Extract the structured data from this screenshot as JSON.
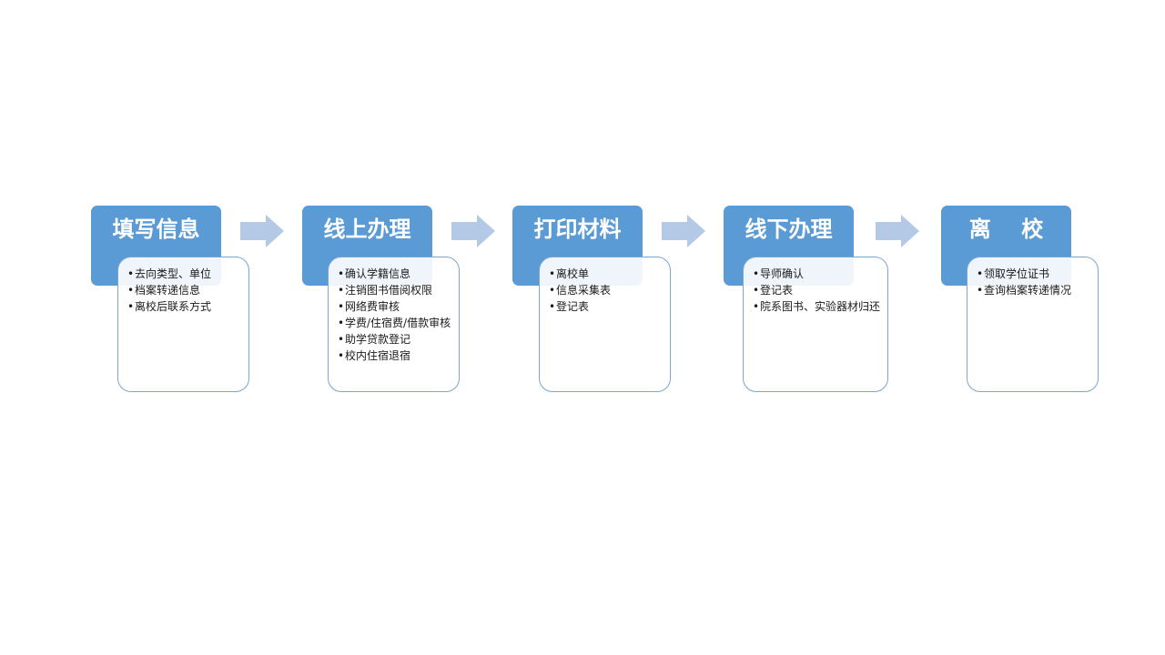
{
  "steps": [
    {
      "title": "填写信息",
      "items": [
        "去向类型、单位",
        "档案转递信息",
        "离校后联系方式"
      ]
    },
    {
      "title": "线上办理",
      "items": [
        "确认学籍信息",
        "注销图书借阅权限",
        "网络费审核",
        "学费/住宿费/借款审核",
        "助学贷款登记",
        "校内住宿退宿"
      ]
    },
    {
      "title": "打印材料",
      "items": [
        "离校单",
        "信息采集表",
        "登记表"
      ]
    },
    {
      "title": "线下办理",
      "items": [
        "导师确认",
        "登记表",
        "院系图书、实验器材归还"
      ]
    },
    {
      "title": "离    校",
      "items": [
        "领取学位证书",
        "查询档案转递情况"
      ]
    }
  ],
  "colors": {
    "header": "#5b9bd5",
    "arrow": "#b4c9e6",
    "box_border": "#7aa6d2"
  },
  "icons": {
    "connector": "right-arrow-icon"
  }
}
